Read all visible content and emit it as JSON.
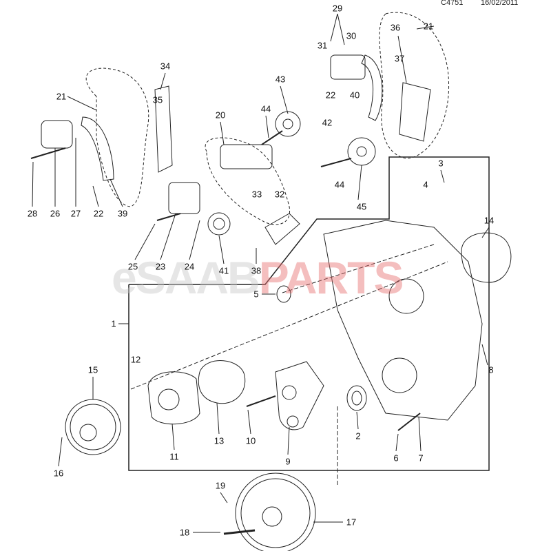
{
  "header": {
    "diagram_code": "C4751",
    "date": "16/02/2011"
  },
  "watermark": {
    "prefix": "eSAAB",
    "suffix": "PARTS"
  },
  "callouts": [
    "29",
    "30",
    "31",
    "36",
    "21",
    "37",
    "43",
    "44",
    "22",
    "40",
    "42",
    "44",
    "45",
    "3",
    "4",
    "14",
    "34",
    "21",
    "35",
    "20",
    "33",
    "32",
    "28",
    "26",
    "27",
    "22",
    "39",
    "25",
    "23",
    "24",
    "41",
    "38",
    "5",
    "1",
    "12",
    "8",
    "15",
    "16",
    "11",
    "13",
    "10",
    "9",
    "2",
    "6",
    "7",
    "19",
    "18",
    "17"
  ],
  "colors": {
    "line": "#222222",
    "watermark_red": "#e66e6e",
    "watermark_grey": "#c8c8c8"
  }
}
